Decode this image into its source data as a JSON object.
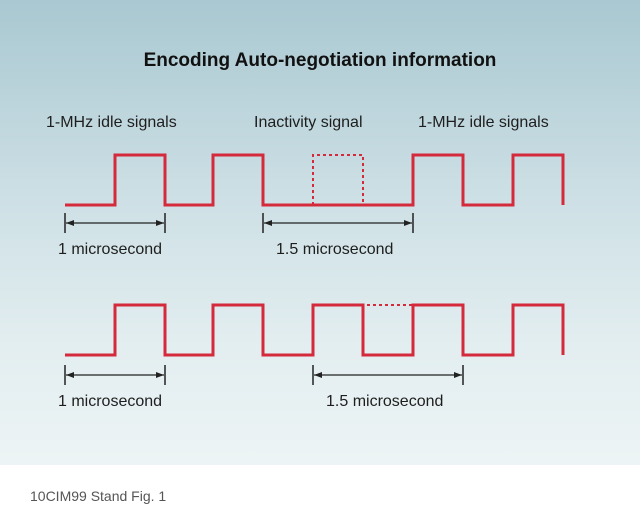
{
  "title": "Encoding Auto-negotiation information",
  "labels": {
    "idle_left": "1-MHz idle signals",
    "inactivity": "Inactivity signal",
    "idle_right": "1-MHz idle signals",
    "top_period": "1 microsecond",
    "top_gap": "1.5 microsecond",
    "bottom_period": "1 microsecond",
    "bottom_gap": "1.5 microsecond"
  },
  "caption": "10CIM99 Stand Fig. 1",
  "colors": {
    "signal": "#d42a3c",
    "dimension": "#222222",
    "panel_top": "#a9c8d1",
    "panel_bottom": "#edf4f5"
  }
}
